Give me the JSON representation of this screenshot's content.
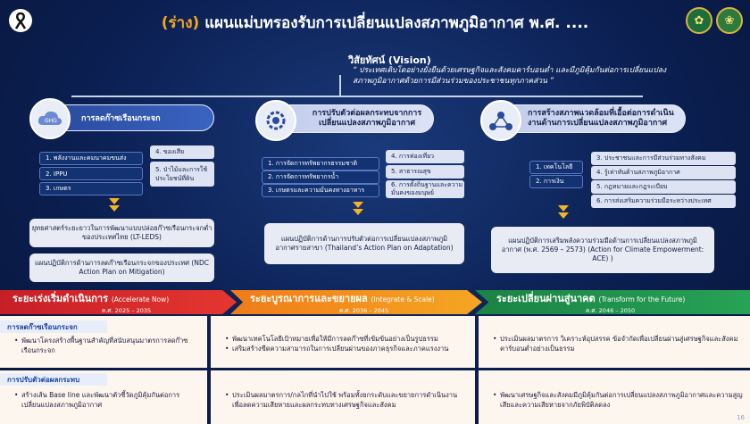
{
  "header": {
    "title_prefix": "(ร่าง)",
    "title_main": "แผนแม่บทรองรับการเปลี่ยนแปลงสภาพภูมิอากาศ พ.ศ. ...."
  },
  "vision": {
    "title": "วิสัยทัศน์ (Vision)",
    "text": "“ ประเทศเติบโตอย่างยั่งยืนด้วยเศรษฐกิจและสังคมคาร์บอนต่ำ และมีภูมิคุ้มกันต่อการเปลี่ยนแปลงสภาพภูมิอากาศด้วยการมีส่วนร่วมของประชาชนทุกภาคส่วน ”"
  },
  "goals": [
    {
      "label": "การลดก๊าซเรือนกระจก",
      "items_left": [
        "1. พลังงานและคมนาคมขนส่ง",
        "2. IPPU",
        "3. เกษตร"
      ],
      "items_right": [
        "4. ของเสีย",
        "5. ป่าไม้และการใช้ประโยชน์ที่ดิน"
      ],
      "plans": [
        "ยุทธศาสตร์ระยะยาวในการพัฒนาแบบปล่อยก๊าซเรือนกระจกต่ำของประเทศไทย (LT-LEDS)",
        "แผนปฏิบัติการด้านการลดก๊าซเรือนกระจกของประเทศ (NDC Action Plan on Mitigation)"
      ]
    },
    {
      "label": "การปรับตัวต่อผลกระทบจากการเปลี่ยนแปลงสภาพภูมิอากาศ",
      "items_left": [
        "1. การจัดการทรัพยากรธรรมชาติ",
        "2. การจัดการทรัพยากรน้ำ",
        "3. เกษตรและความมั่นคงทางอาหาร"
      ],
      "items_right": [
        "4. การท่องเที่ยว",
        "5. สาธารณสุข",
        "6. การตั้งถิ่นฐานและความมั่นคงของมนุษย์"
      ],
      "plans": [
        "แผนปฏิบัติการด้านการปรับตัวต่อการเปลี่ยนแปลงสภาพภูมิอากาศรายสาขา (Thailand’s Action Plan on Adaptation)"
      ]
    },
    {
      "label": "การสร้างสภาพแวดล้อมที่เอื้อต่อการดำเนินงานด้านการเปลี่ยนแปลงสภาพภูมิอากาศ",
      "items_left": [
        "1. เทคโนโลยี",
        "2. การเงิน"
      ],
      "items_right": [
        "3. ประชาชนและการมีส่วนร่วมทางสังคม",
        "4. รู้เท่าทันด้านสภาพภูมิอากาศ",
        "5. กฎหมายและกฎระเบียบ",
        "6. การส่งเสริมความร่วมมือระหว่างประเทศ"
      ],
      "plans": [
        "แผนปฏิบัติการเสริมพลังความร่วมมือด้านการเปลี่ยนแปลงสภาพภูมิอากาศ (พ.ศ. 2569 – 2573) (Action for Climate Empowerment: ACE) )"
      ]
    }
  ],
  "phases": [
    {
      "name": "ระยะเร่งเริ่มดำเนินการ",
      "en": "(Accelerate Now)",
      "years": "ค.ศ. 2025 – 2035",
      "color": "#d42027"
    },
    {
      "name": "ระยะบูรณาการและขยายผล",
      "en": "(Integrate & Scale)",
      "years": "ค.ศ. 2036 – 2045",
      "color": "#f39a1e"
    },
    {
      "name": "ระยะเปลี่ยนผ่านสู่นาคต",
      "en": "(Transform for the Future)",
      "years": "ค.ศ. 2046 – 2050",
      "color": "#1f8f4a"
    }
  ],
  "rows": [
    {
      "head": "การลดก๊าซเรือนกระจก",
      "cells": [
        [
          "พัฒนาโครงสร้างพื้นฐานสำคัญที่สนับสนุนมาตรการลดก๊าซเรือนกระจก"
        ],
        [
          "พัฒนาเทคโนโลยีเป้าหมายเพื่อให้มีการลดก๊าซที่เข้มข้นอย่างเป็นรูปธรรม",
          "เสริมสร้างขีดความสามารถในการเปลี่ยนผ่านของภาคธุรกิจและภาคแรงงาน"
        ],
        [
          "ประเมินผลมาตรการ วิเคราะห์อุปสรรค ข้อจำกัดเพื่อเปลี่ยนผ่านสู่เศรษฐกิจและสังคมคาร์บอนต่ำอย่างเป็นธรรม"
        ]
      ]
    },
    {
      "head": "การปรับตัวต่อผลกระทบ",
      "cells": [
        [
          "สร้างเส้น Base line และพัฒนาตัวชี้วัดภูมิคุ้มกันต่อการเปลี่ยนแปลงสภาพภูมิอากาศ"
        ],
        [
          "ประเมินผลมาตรการ/กลไกที่นำไปใช้ พร้อมทั้งยกระดับและขยายการดำเนินงาน เพื่อลดความเสียหายและผลกระทบทางเศรษฐกิจและสังคม"
        ],
        [
          "พัฒนาเศรษฐกิจและสังคมมีภูมิคุ้มกันต่อการเปลี่ยนแปลงสภาพภูมิอากาศและความสูญเสียและความเสียหายจากภัยพิบัติลดลง"
        ]
      ]
    }
  ],
  "page_number": "16",
  "icons": {
    "ribbon": "ribbon-icon",
    "logo1": "ministry-logo",
    "logo2": "department-logo",
    "goal1": "ghg-cloud-icon",
    "goal2": "adaptation-gear-icon",
    "goal3": "network-icon"
  }
}
